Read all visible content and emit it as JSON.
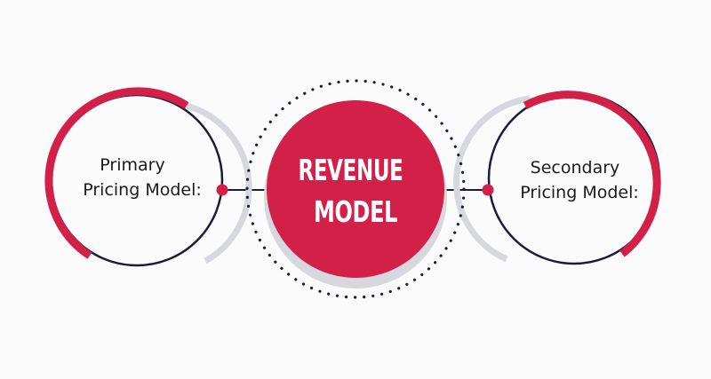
{
  "diagram": {
    "center": {
      "line1": "REVENUE",
      "line2": "MODEL"
    },
    "left": {
      "line1": "Primary",
      "line2": "Pricing Model:"
    },
    "right": {
      "line1": "Secondary",
      "line2": "Pricing Model:"
    }
  },
  "colors": {
    "accent": "#d32049",
    "navy": "#1e1a3e",
    "shadow": "#d7d8de",
    "background": "#fbfbfc"
  }
}
